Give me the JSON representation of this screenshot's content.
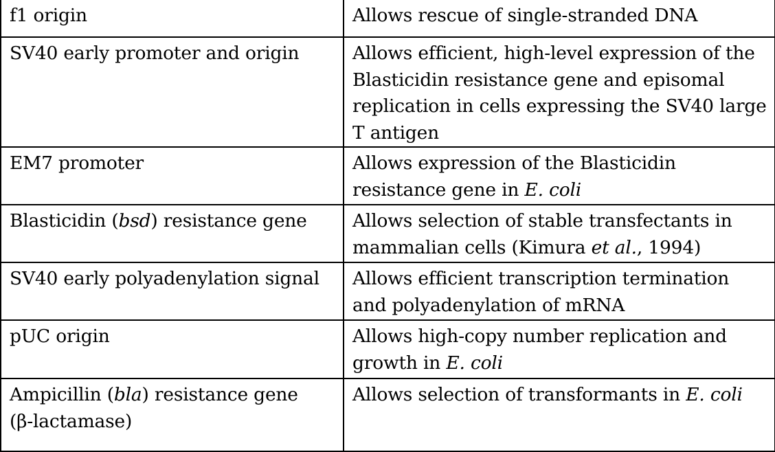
{
  "table": {
    "rows": [
      {
        "feature": [
          "f1 origin"
        ],
        "benefit": [
          "Allows rescue of single-stranded DNA"
        ]
      },
      {
        "feature": [
          "SV40 early promoter and origin"
        ],
        "benefit": [
          "Allows efficient, high-level expression of the Blasticidin resistance gene and episomal replication in cells expressing the SV40 large T antigen"
        ]
      },
      {
        "feature": [
          "EM7 promoter"
        ],
        "benefit": [
          "Allows expression of the Blasticidin resistance gene in ",
          "E. coli"
        ]
      },
      {
        "feature": [
          "Blasticidin (",
          "bsd",
          ") resistance gene"
        ],
        "benefit": [
          "Allows selection of stable transfectants in mammalian cells (Kimura ",
          "et al.",
          ", 1994)"
        ]
      },
      {
        "feature": [
          "SV40 early polyadenylation signal"
        ],
        "benefit": [
          "Allows efficient transcription termination and polyadenylation of mRNA"
        ]
      },
      {
        "feature": [
          "pUC origin"
        ],
        "benefit": [
          "Allows high-copy number replication and growth in ",
          "E. coli"
        ]
      },
      {
        "feature": [
          "Ampicillin (",
          "bla",
          ") resistance gene (β-lactamase)"
        ],
        "benefit": [
          "Allows selection of transformants in ",
          "E. coli"
        ]
      }
    ]
  }
}
